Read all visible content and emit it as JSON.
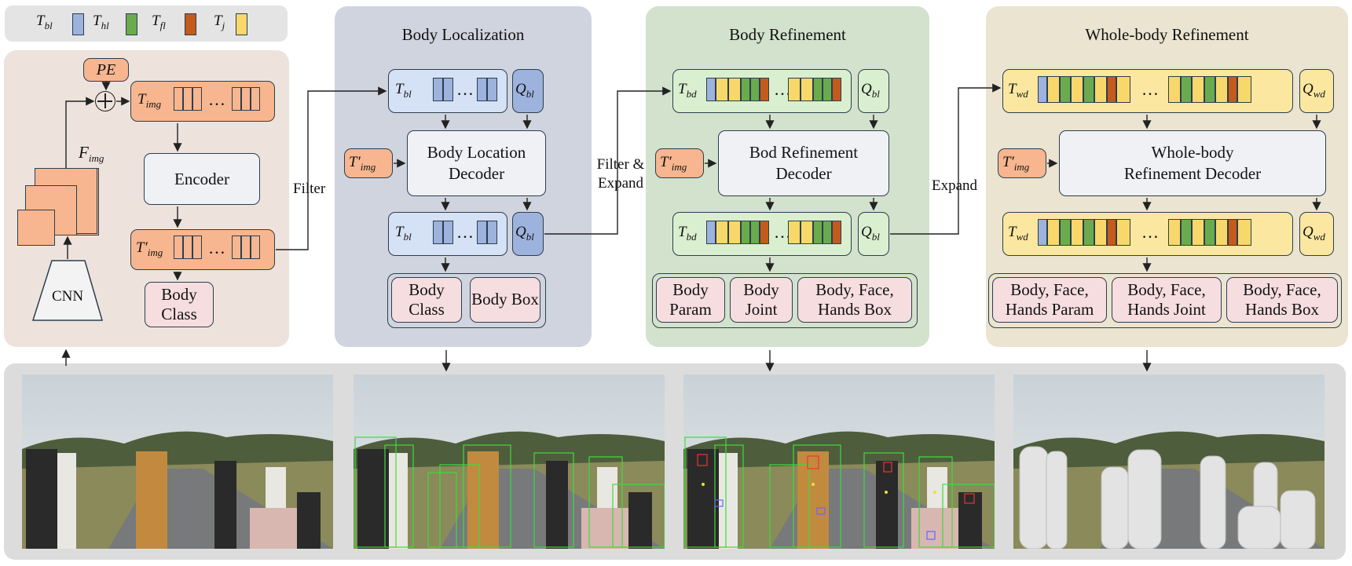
{
  "legend": {
    "items": [
      {
        "sym": "T",
        "sub": "bl",
        "color": "#9db2dc"
      },
      {
        "sym": "T",
        "sub": "hl",
        "color": "#6aab4e"
      },
      {
        "sym": "T",
        "sub": "fl",
        "color": "#c45a1c"
      },
      {
        "sym": "T",
        "sub": "j",
        "color": "#f8d86a"
      }
    ]
  },
  "backbone": {
    "pe": "PE",
    "t_img": "T",
    "t_img_sub": "img",
    "f_img": "F",
    "f_img_sub": "img",
    "encoder": "Encoder",
    "t_img_prime": "T′",
    "t_img_prime_sub": "img",
    "cnn": "CNN",
    "body_class": "Body Class",
    "filter": "Filter"
  },
  "body_localization": {
    "title": "Body Localization",
    "t_bl": "T",
    "t_bl_sub": "bl",
    "q_bl": "Q",
    "q_bl_sub": "bl",
    "t_img_prime": "T′",
    "t_img_prime_sub": "img",
    "decoder": "Body Location Decoder",
    "outputs": [
      "Body Class",
      "Body Box"
    ],
    "link": "Filter & Expand"
  },
  "body_refinement": {
    "title": "Body Refinement",
    "t_bd": "T",
    "t_bd_sub": "bd",
    "q_bl": "Q",
    "q_bl_sub": "bl",
    "t_img_prime": "T′",
    "t_img_prime_sub": "img",
    "decoder": "Bod Refinement Decoder",
    "outputs": [
      "Body Param",
      "Body Joint",
      "Body, Face, Hands Box"
    ],
    "link": "Expand"
  },
  "wholebody_refinement": {
    "title": "Whole-body Refinement",
    "t_wd": "T",
    "t_wd_sub": "wd",
    "q_wd": "Q",
    "q_wd_sub": "wd",
    "t_img_prime": "T′",
    "t_img_prime_sub": "img",
    "decoder": "Whole-body Refinement Decoder",
    "outputs": [
      "Body, Face, Hands Param",
      "Body, Face, Hands Joint",
      "Body, Face, Hands Box"
    ]
  },
  "dots": "…",
  "colors": {
    "panel_backbone": "#ede3dc",
    "panel_localization": "#d0d4de",
    "panel_refinement": "#d2e2cc",
    "panel_wholebody": "#ebe4d0",
    "token_img": "#f7b68f",
    "token_bl": "#d5e1f4",
    "token_bd": "#d9efcf",
    "token_wd": "#fbe7a0",
    "output": "#f6dde0",
    "strip": "#dcdcdc"
  }
}
